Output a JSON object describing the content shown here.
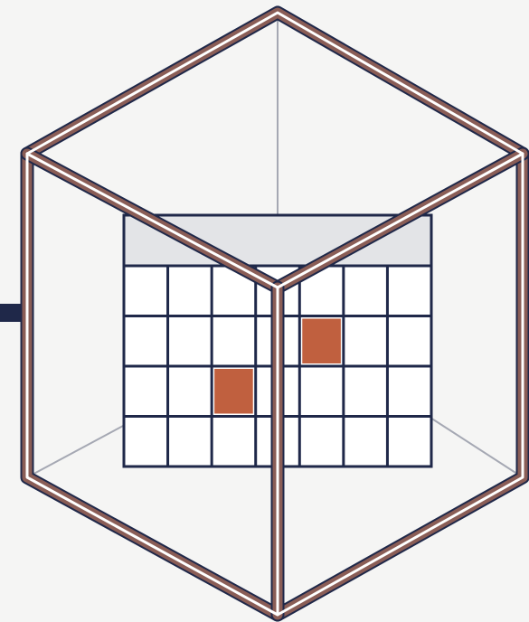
{
  "colors": {
    "background": "#f5f5f4",
    "cube_frame": "#8a5d56",
    "cube_frame_fill": "#ffffff",
    "cube_inner_edge": "#a5a8b3",
    "grid_line": "#1f2849",
    "grid_header_fill": "#e3e4e7",
    "grid_cell_fill": "#ffffff",
    "highlight_cell": "#c0603f",
    "connector": "#1f2849"
  },
  "icons": {
    "main": "cube-calendar-icon",
    "connector": "connector-stub-icon"
  },
  "calendar": {
    "rows": 4,
    "columns": 7,
    "highlighted_cells": [
      {
        "row": 1,
        "col": 4
      },
      {
        "row": 2,
        "col": 2
      }
    ]
  }
}
